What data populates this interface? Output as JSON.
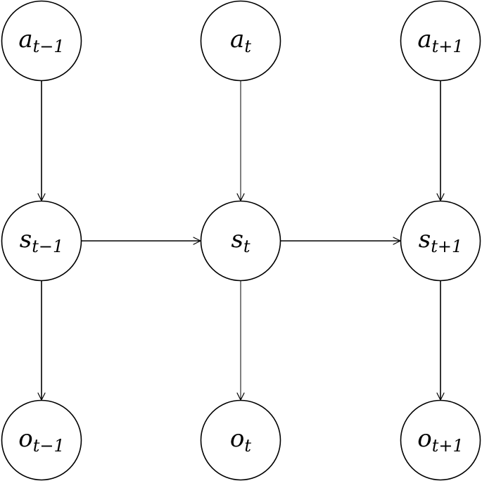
{
  "diagram": {
    "nodes": {
      "a_tm1": {
        "base": "a",
        "sub": "t−1"
      },
      "a_t": {
        "base": "a",
        "sub": "t"
      },
      "a_tp1": {
        "base": "a",
        "sub": "t+1"
      },
      "s_tm1": {
        "base": "s",
        "sub": "t−1"
      },
      "s_t": {
        "base": "s",
        "sub": "t"
      },
      "s_tp1": {
        "base": "s",
        "sub": "t+1"
      },
      "o_tm1": {
        "base": "o",
        "sub": "t−1"
      },
      "o_t": {
        "base": "o",
        "sub": "t"
      },
      "o_tp1": {
        "base": "o",
        "sub": "t+1"
      }
    },
    "edges": [
      {
        "from": "a_tm1",
        "to": "s_tm1"
      },
      {
        "from": "a_t",
        "to": "s_t"
      },
      {
        "from": "a_tp1",
        "to": "s_tp1"
      },
      {
        "from": "s_tm1",
        "to": "s_t"
      },
      {
        "from": "s_t",
        "to": "s_tp1"
      },
      {
        "from": "s_tm1",
        "to": "o_tm1"
      },
      {
        "from": "s_t",
        "to": "o_t"
      },
      {
        "from": "s_tp1",
        "to": "o_tp1"
      }
    ]
  }
}
